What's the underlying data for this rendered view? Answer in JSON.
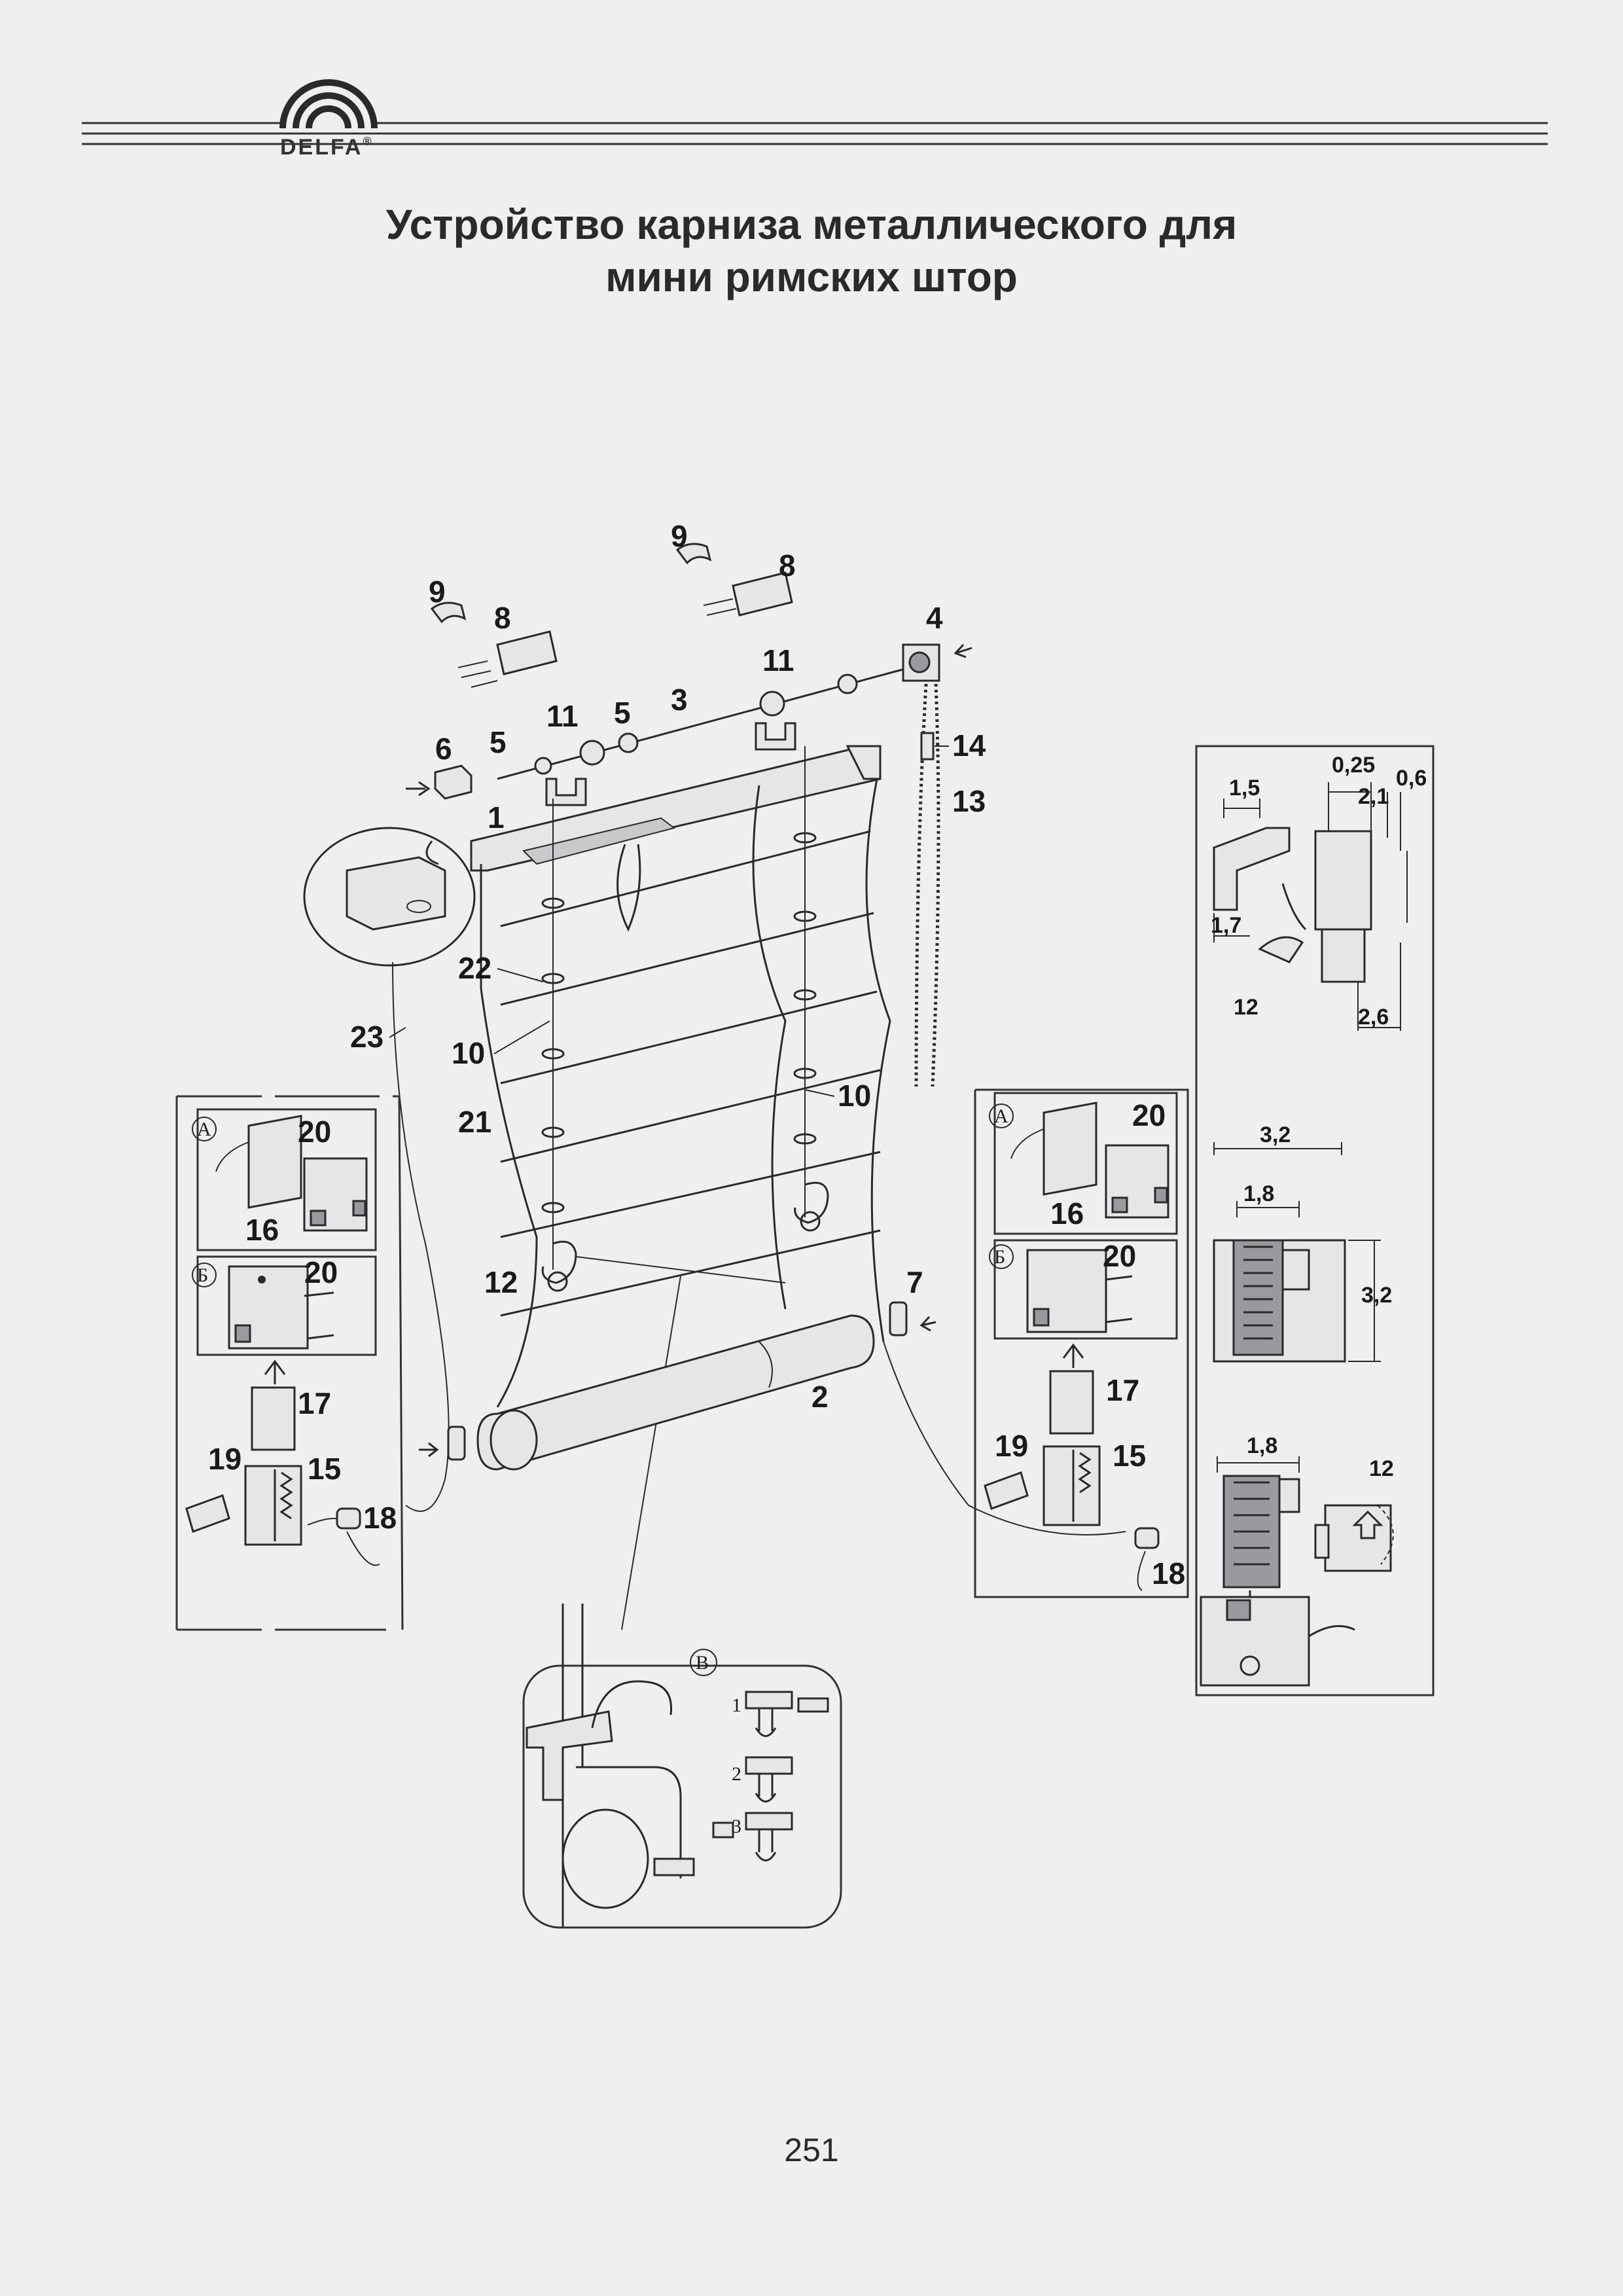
{
  "header": {
    "brand": "DELFA",
    "brand_mark": "®"
  },
  "title": {
    "line1": "Устройство карниза металлического для",
    "line2": "мини римских штор"
  },
  "callouts": {
    "c1": "1",
    "c2": "2",
    "c3": "3",
    "c4": "4",
    "c5a": "5",
    "c5b": "5",
    "c6": "6",
    "c7": "7",
    "c8a": "8",
    "c8b": "8",
    "c9a": "9",
    "c9b": "9",
    "c10a": "10",
    "c10b": "10",
    "c11a": "11",
    "c11b": "11",
    "c12": "12",
    "c13": "13",
    "c14": "14",
    "c21": "21",
    "c22": "22",
    "c23": "23"
  },
  "inset_left": {
    "panel_a": "А",
    "panel_b": "Б",
    "c16": "16",
    "c20a": "20",
    "c20b": "20",
    "c17": "17",
    "c19": "19",
    "c15": "15",
    "c18": "18"
  },
  "inset_right": {
    "panel_a": "А",
    "panel_b": "Б",
    "c16": "16",
    "c20a": "20",
    "c20b": "20",
    "c17": "17",
    "c19": "19",
    "c15": "15",
    "c18": "18"
  },
  "inset_bottom": {
    "panel_label": "В",
    "step1": "1",
    "step2": "2",
    "step3": "3"
  },
  "dimensions": {
    "d1_5": "1,5",
    "d0_25": "0,25",
    "d0_6": "0,6",
    "d2_1": "2,1",
    "d1_7": "1,7",
    "d12a": "12",
    "d2_6": "2,6",
    "d3_2a": "3,2",
    "d1_8a": "1,8",
    "d3_2b": "3,2",
    "d1_8b": "1,8",
    "d12b": "12"
  },
  "footer": {
    "page_number": "251"
  }
}
